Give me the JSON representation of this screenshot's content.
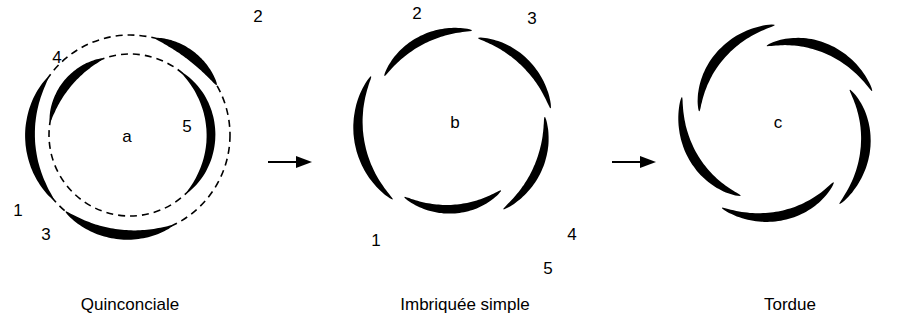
{
  "diagram": {
    "labels": [
      "2",
      "4",
      "a",
      "5",
      "1",
      "3",
      "2",
      "3",
      "b",
      "1",
      "4",
      "5",
      "c",
      "Quinconciale",
      "Imbriquée simple",
      "Tordue"
    ]
  }
}
